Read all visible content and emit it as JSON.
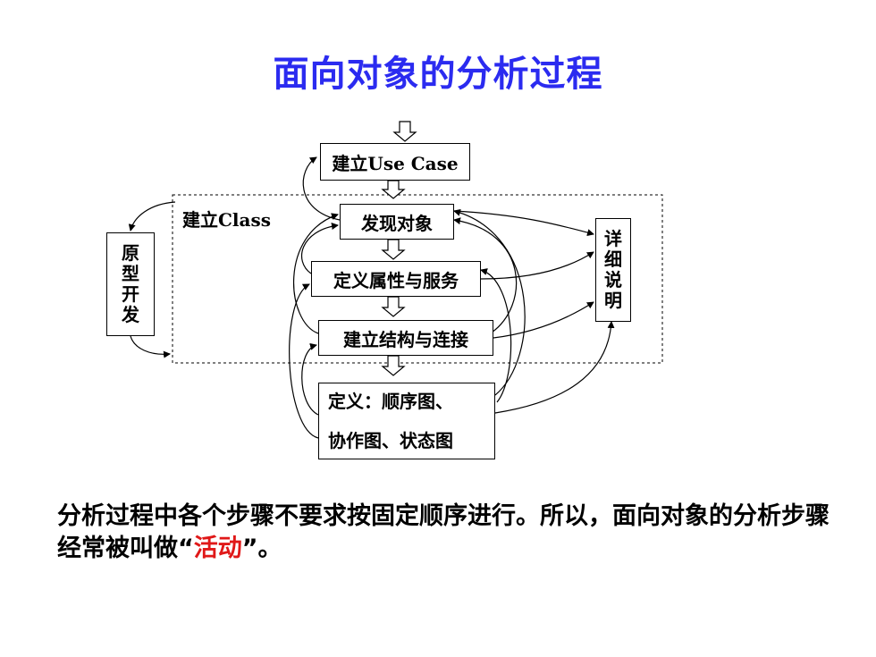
{
  "title": "面向对象的分析过程",
  "diagram": {
    "class_frame_label": "建立Class",
    "steps": {
      "use_case": "建立Use Case",
      "find_objects": "发现对象",
      "define_attrs": "定义属性与服务",
      "build_structure": "建立结构与连接",
      "define_diagrams_line1": "定义：顺序图、",
      "define_diagrams_line2": "协作图、状态图"
    },
    "prototype_chars": [
      "原",
      "型",
      "开",
      "发"
    ],
    "details_chars": [
      "详",
      "细",
      "说",
      "明"
    ]
  },
  "description": {
    "before": "分析过程中各个步骤不要求按固定顺序进行。所以，面向对象的分析步骤经常被叫做“",
    "highlight": "活动",
    "after": "”。"
  },
  "colors": {
    "title": "#2b2bf0",
    "highlight": "#e01818"
  }
}
